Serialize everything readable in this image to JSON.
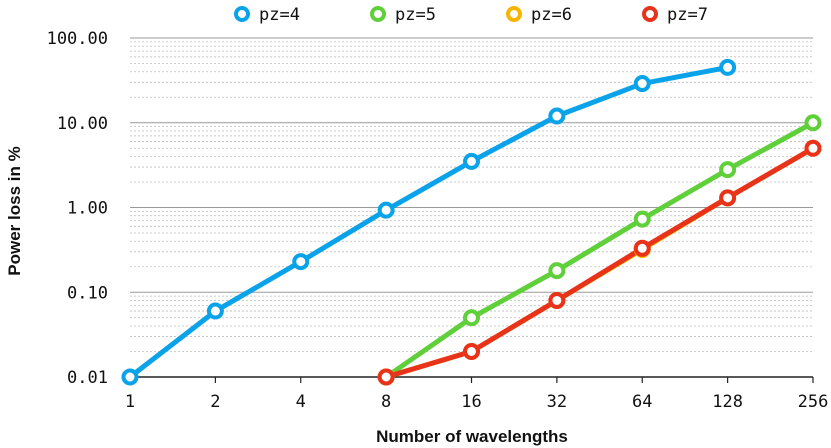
{
  "chart_data": {
    "type": "line",
    "xlabel": "Number of wavelengths",
    "ylabel": "Power loss in %",
    "x_scale": "log2",
    "y_scale": "log10",
    "xlim": [
      1,
      256
    ],
    "ylim": [
      0.01,
      100
    ],
    "x_ticks": [
      1,
      2,
      4,
      8,
      16,
      32,
      64,
      128,
      256
    ],
    "x_tick_labels": [
      "1",
      "2",
      "4",
      "8",
      "16",
      "32",
      "64",
      "128",
      "256"
    ],
    "y_ticks": [
      0.01,
      0.1,
      1,
      10,
      100
    ],
    "y_tick_labels": [
      "0.01",
      "0.10",
      "1.00",
      "10.00",
      "100.00"
    ],
    "grid": true,
    "legend_position": "top",
    "series": [
      {
        "name": "pz=4",
        "color": "#0aa3ea",
        "x": [
          1,
          2,
          4,
          8,
          16,
          32,
          64,
          128
        ],
        "y": [
          0.01,
          0.06,
          0.23,
          0.93,
          3.5,
          12,
          29,
          45
        ]
      },
      {
        "name": "pz=5",
        "color": "#5fcf3a",
        "x": [
          8,
          16,
          32,
          64,
          128,
          256
        ],
        "y": [
          0.01,
          0.05,
          0.18,
          0.73,
          2.8,
          10
        ]
      },
      {
        "name": "pz=6",
        "color": "#f7b500",
        "x": [
          8,
          16,
          32,
          64,
          128,
          256
        ],
        "y": [
          0.01,
          0.02,
          0.08,
          0.32,
          1.3,
          5
        ]
      },
      {
        "name": "pz=7",
        "color": "#e8321a",
        "x": [
          8,
          16,
          32,
          64,
          128,
          256
        ],
        "y": [
          0.01,
          0.02,
          0.08,
          0.33,
          1.3,
          5
        ]
      }
    ]
  }
}
